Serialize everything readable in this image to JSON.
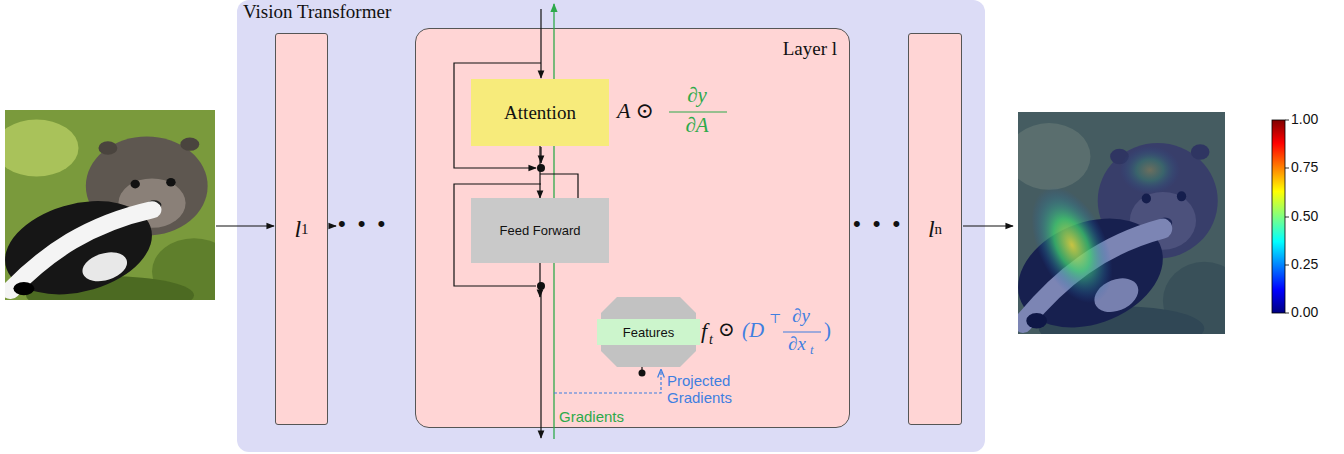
{
  "diagram": {
    "nodes": [
      {
        "text": [
          "Vision Transformer"
        ]
      },
      {
        "text": [
          "l",
          "1"
        ],
        "in": 0
      },
      {
        "text": [
          "Layer l"
        ],
        "in": 0
      },
      {
        "text": [
          "Attention"
        ],
        "in": 2
      },
      {
        "text": [
          "Feed Forward"
        ],
        "in": 2
      },
      {
        "text": [
          "Features"
        ],
        "in": 2
      },
      {
        "text": [
          "l",
          "n"
        ],
        "in": 0
      }
    ],
    "edges": [
      {
        "from": 3,
        "to": 4,
        "arrow": "to"
      },
      {
        "from": 4,
        "to": 5,
        "arrow": "to"
      }
    ],
    "labels": [
      "•••",
      "•••",
      "A ⊙",
      "∂y",
      "∂A",
      "f",
      "t",
      "⊙",
      "(D",
      "⊤",
      "∂y",
      "∂x",
      "t",
      ")",
      "Projected Gradients",
      "Gradients",
      "1.00",
      "0.75",
      "0.50",
      "0.25",
      "0.00"
    ]
  }
}
